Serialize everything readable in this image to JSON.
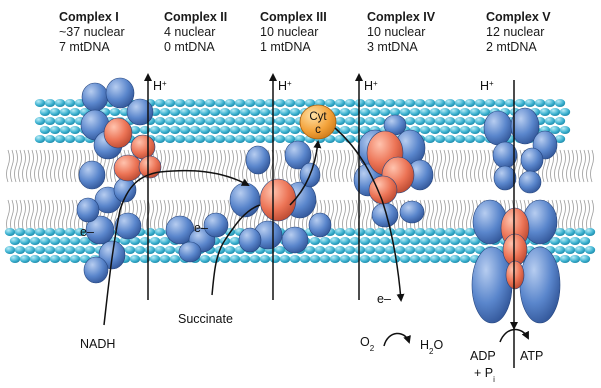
{
  "complexes": [
    {
      "title": "Complex I",
      "nuclear": "~37 nuclear",
      "mtdna": "7 mtDNA"
    },
    {
      "title": "Complex II",
      "nuclear": "4 nuclear",
      "mtdna": "0 mtDNA"
    },
    {
      "title": "Complex III",
      "nuclear": "10 nuclear",
      "mtdna": "1 mtDNA"
    },
    {
      "title": "Complex IV",
      "nuclear": "10 nuclear",
      "mtdna": "3 mtDNA"
    },
    {
      "title": "Complex V",
      "nuclear": "12 nuclear",
      "mtdna": "2 mtDNA"
    }
  ],
  "proton": {
    "base": "H",
    "charge": "+"
  },
  "cyt_c": {
    "line1": "Cyt",
    "line2": "c"
  },
  "electron": "e–",
  "substrates": {
    "nadh": "NADH",
    "succinate": "Succinate",
    "o2_base": "O",
    "o2_sub": "2",
    "h2o_h": "H",
    "h2o_sub": "2",
    "h2o_o": "O",
    "adp": "ADP",
    "pi_prefix": "+ P",
    "pi_sub": "i",
    "atp": "ATP"
  },
  "colors": {
    "subunit_blue": "#5a86cc",
    "subunit_red": "#e8735a",
    "cyt_c_orange": "#f3a23a",
    "lipid_head": "#3bb1d0"
  }
}
